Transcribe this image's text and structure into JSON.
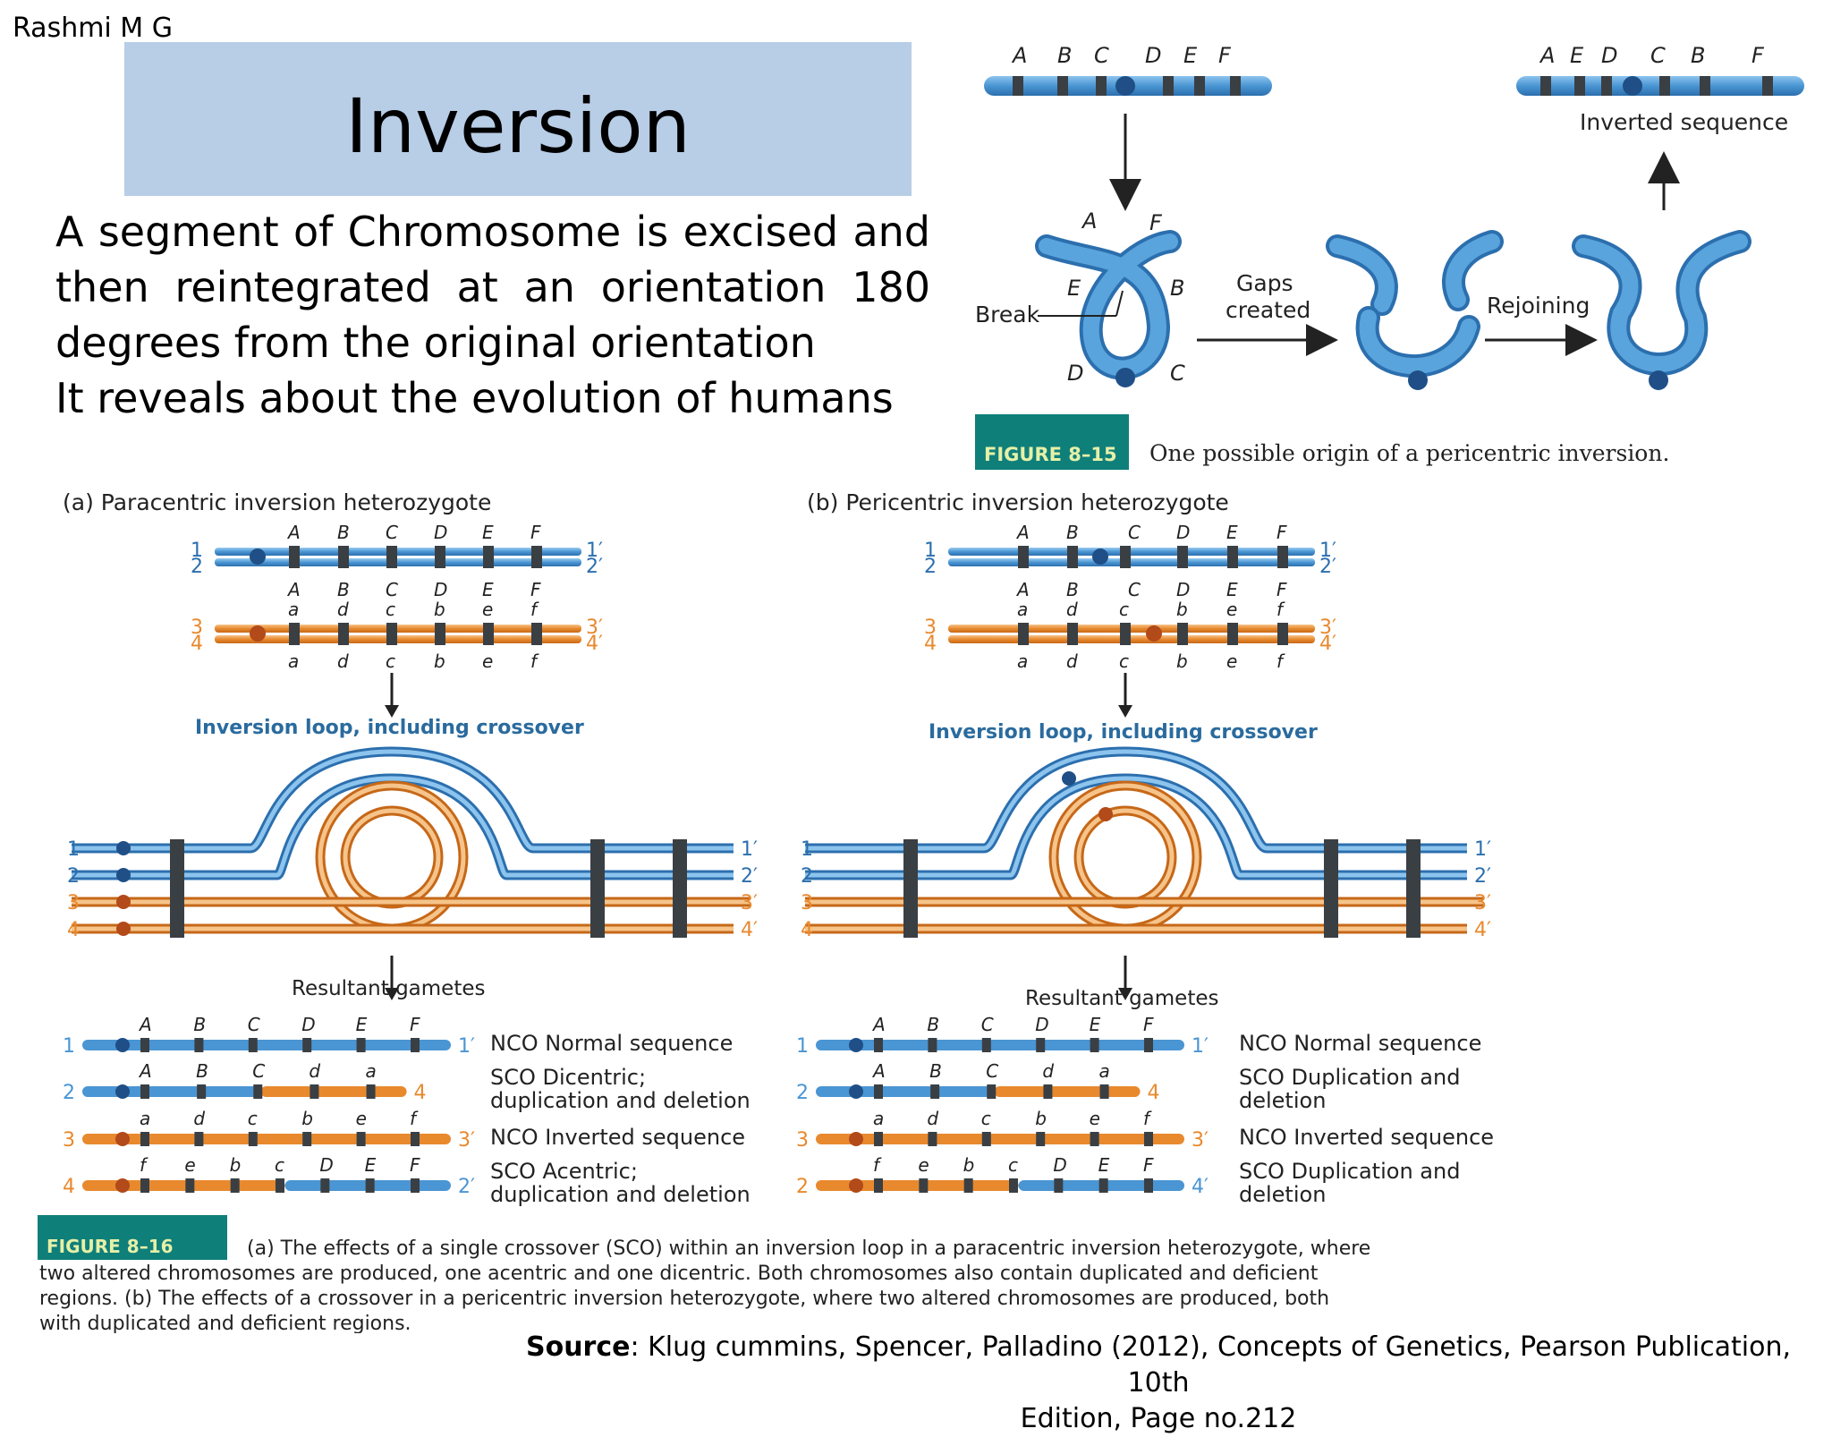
{
  "author": "Rashmi M G",
  "title": "Inversion",
  "body": {
    "line1": "A segment of Chromosome is excised and",
    "line2": "then reintegrated at an orientation 180",
    "line3": "degrees from the original orientation",
    "line4": "It reveals about the evolution of humans"
  },
  "fig815": {
    "genes_top": [
      "A",
      "B",
      "C",
      "D",
      "E",
      "F"
    ],
    "genes_inverted": [
      "A",
      "E",
      "D",
      "C",
      "B",
      "F"
    ],
    "inverted_label": "Inverted sequence",
    "break_label": "Break",
    "gaps_label_1": "Gaps",
    "gaps_label_2": "created",
    "rejoin_label": "Rejoining",
    "loop_labels": [
      "A",
      "F",
      "E",
      "B",
      "D",
      "C"
    ],
    "badge": "FIGURE 8–15",
    "caption": "One possible origin of a pericentric inversion."
  },
  "fig816": {
    "a_title": "(a) Paracentric inversion heterozygote",
    "b_title": "(b) Pericentric inversion heterozygote",
    "loop_label": "Inversion loop, including crossover",
    "gametes_label": "Resultant gametes",
    "upper_genes": [
      "A",
      "B",
      "C",
      "D",
      "E",
      "F"
    ],
    "lower_genes": [
      "a",
      "d",
      "c",
      "b",
      "e",
      "f"
    ],
    "chromatid_numbers": [
      "1",
      "2",
      "3",
      "4"
    ],
    "chromatid_primes": [
      "1′",
      "2′",
      "3′",
      "4′"
    ],
    "gametes_a": [
      {
        "left": "1",
        "genes": [
          "A",
          "B",
          "C",
          "D",
          "E",
          "F"
        ],
        "right": "1′",
        "desc1": "NCO Normal sequence",
        "desc2": ""
      },
      {
        "left": "2",
        "genes": [
          "A",
          "B",
          "C",
          "d",
          "a"
        ],
        "right": "4",
        "desc1": "SCO  Dicentric;",
        "desc2": "duplication and deletion"
      },
      {
        "left": "3",
        "genes": [
          "a",
          "d",
          "c",
          "b",
          "e",
          "f"
        ],
        "right": "3′",
        "desc1": "NCO Inverted sequence",
        "desc2": ""
      },
      {
        "left": "4",
        "genes": [
          "f",
          "e",
          "b",
          "c",
          "D",
          "E",
          "F"
        ],
        "right": "2′",
        "desc1": "SCO  Acentric;",
        "desc2": "duplication and deletion"
      }
    ],
    "gametes_b": [
      {
        "left": "1",
        "genes": [
          "A",
          "B",
          "C",
          "D",
          "E",
          "F"
        ],
        "right": "1′",
        "desc1": "NCO Normal sequence",
        "desc2": ""
      },
      {
        "left": "2",
        "genes": [
          "A",
          "B",
          "C",
          "d",
          "a"
        ],
        "right": "4",
        "desc1": "SCO  Duplication and",
        "desc2": "deletion"
      },
      {
        "left": "3",
        "genes": [
          "a",
          "d",
          "c",
          "b",
          "e",
          "f"
        ],
        "right": "3′",
        "desc1": "NCO Inverted sequence",
        "desc2": ""
      },
      {
        "left": "2",
        "genes": [
          "f",
          "e",
          "b",
          "c",
          "D",
          "E",
          "F"
        ],
        "right": "4′",
        "desc1": "SCO  Duplication and",
        "desc2": "deletion"
      }
    ],
    "badge": "FIGURE 8–16",
    "caption1": "(a) The effects of a single crossover (SCO) within an inversion loop in a paracentric inversion heterozygote, where",
    "caption2": "two altered chromosomes are produced, one acentric and one dicentric. Both chromosomes also contain duplicated and deficient",
    "caption3": "regions. (b) The effects of a crossover in a pericentric inversion heterozygote, where two altered chromosomes are produced, both",
    "caption4": "with duplicated and deficient regions."
  },
  "source": {
    "label": "Source",
    "text": ":  Klug cummins, Spencer, Palladino (2012), Concepts of Genetics, Pearson Publication, 10th",
    "line2": "Edition, Page no.212"
  },
  "colors": {
    "title_bg": "#b8cde6",
    "chromosome_blue": "#4a95d3",
    "chromosome_orange": "#e8892e",
    "band": "#3a3f44",
    "badge_teal": "#0f7f7a"
  }
}
